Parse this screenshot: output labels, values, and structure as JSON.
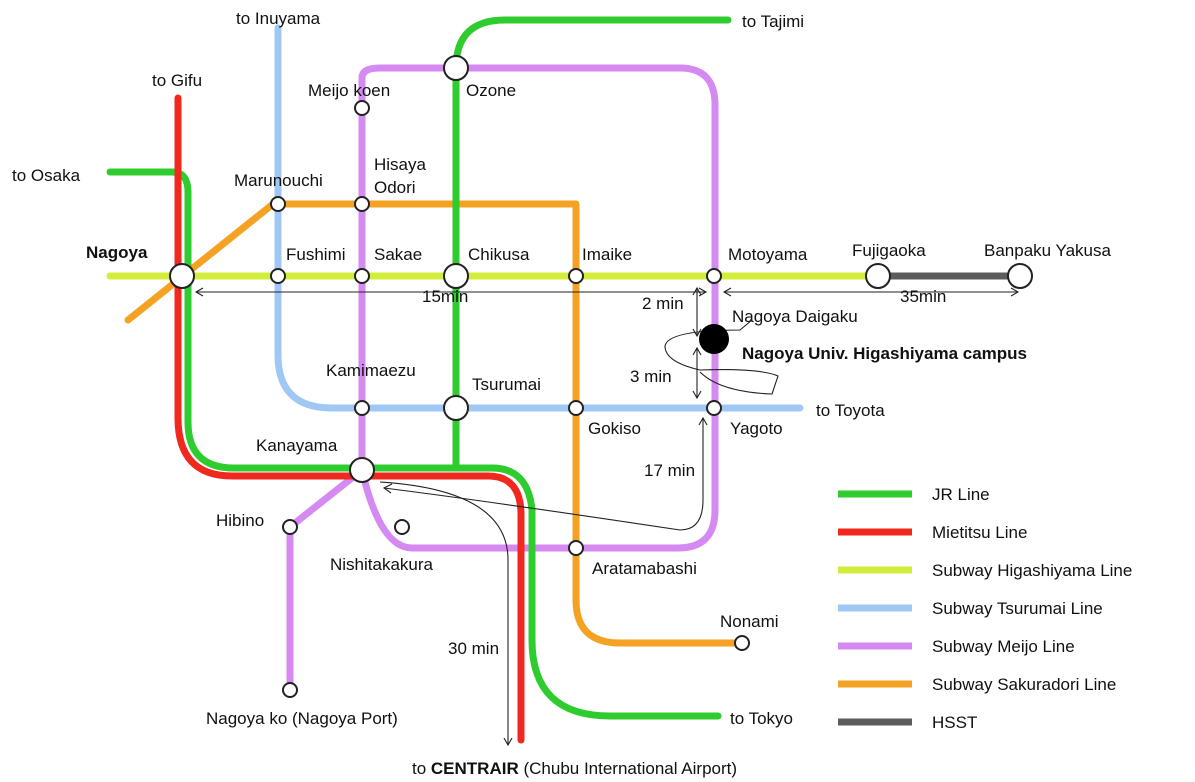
{
  "colors": {
    "jr": "#2ecc2e",
    "meitetsu": "#f0281e",
    "higashiyama": "#d4ec3a",
    "tsurumai": "#9fc8f5",
    "meijo": "#d58af2",
    "sakuradori": "#f5a223",
    "hsst": "#5c5c5c"
  },
  "destinations": {
    "inuyama": "to Inuyama",
    "tajimi": "to Tajimi",
    "gifu": "to Gifu",
    "osaka": "to Osaka",
    "toyota": "to Toyota",
    "tokyo": "to Tokyo",
    "centrair_prefix": "to ",
    "centrair_bold": "CENTRAIR",
    "centrair_suffix": " (Chubu International Airport)"
  },
  "stations": {
    "nagoya": "Nagoya",
    "marunouchi": "Marunouchi",
    "hisaya_line1": "Hisaya",
    "hisaya_line2": "Odori",
    "meijo_koen": "Meijo koen",
    "ozone": "Ozone",
    "fushimi": "Fushimi",
    "sakae": "Sakae",
    "chikusa": "Chikusa",
    "imaike": "Imaike",
    "motoyama": "Motoyama",
    "fujigaoka": "Fujigaoka",
    "banpaku_yakusa": "Banpaku Yakusa",
    "nagoya_daigaku": "Nagoya Daigaku",
    "kamimaezu": "Kamimaezu",
    "tsurumai": "Tsurumai",
    "gokiso": "Gokiso",
    "yagoto": "Yagoto",
    "kanayama": "Kanayama",
    "hibino": "Hibino",
    "nishitakakura": "Nishitakakura",
    "aratamabashi": "Aratamabashi",
    "nonami": "Nonami",
    "nagoya_ko": "Nagoya ko (Nagoya Port)"
  },
  "campus_label": "Nagoya Univ. Higashiyama campus",
  "travel_times": {
    "nagoya_motoyama": "15min",
    "motoyama_banpaku": "35min",
    "motoyama_daigaku": "2 min",
    "daigaku_yagoto": "3 min",
    "kanayama_yagoto": "17 min",
    "kanayama_centrair": "30 min"
  },
  "legend": [
    {
      "label": "JR Line",
      "color": "#2ecc2e"
    },
    {
      "label": "Mietitsu Line",
      "color": "#f0281e"
    },
    {
      "label": "Subway Higashiyama Line",
      "color": "#d4ec3a"
    },
    {
      "label": "Subway Tsurumai Line",
      "color": "#9fc8f5"
    },
    {
      "label": "Subway Meijo Line",
      "color": "#d58af2"
    },
    {
      "label": "Subway Sakuradori Line",
      "color": "#f5a223"
    },
    {
      "label": "HSST",
      "color": "#5c5c5c"
    }
  ]
}
